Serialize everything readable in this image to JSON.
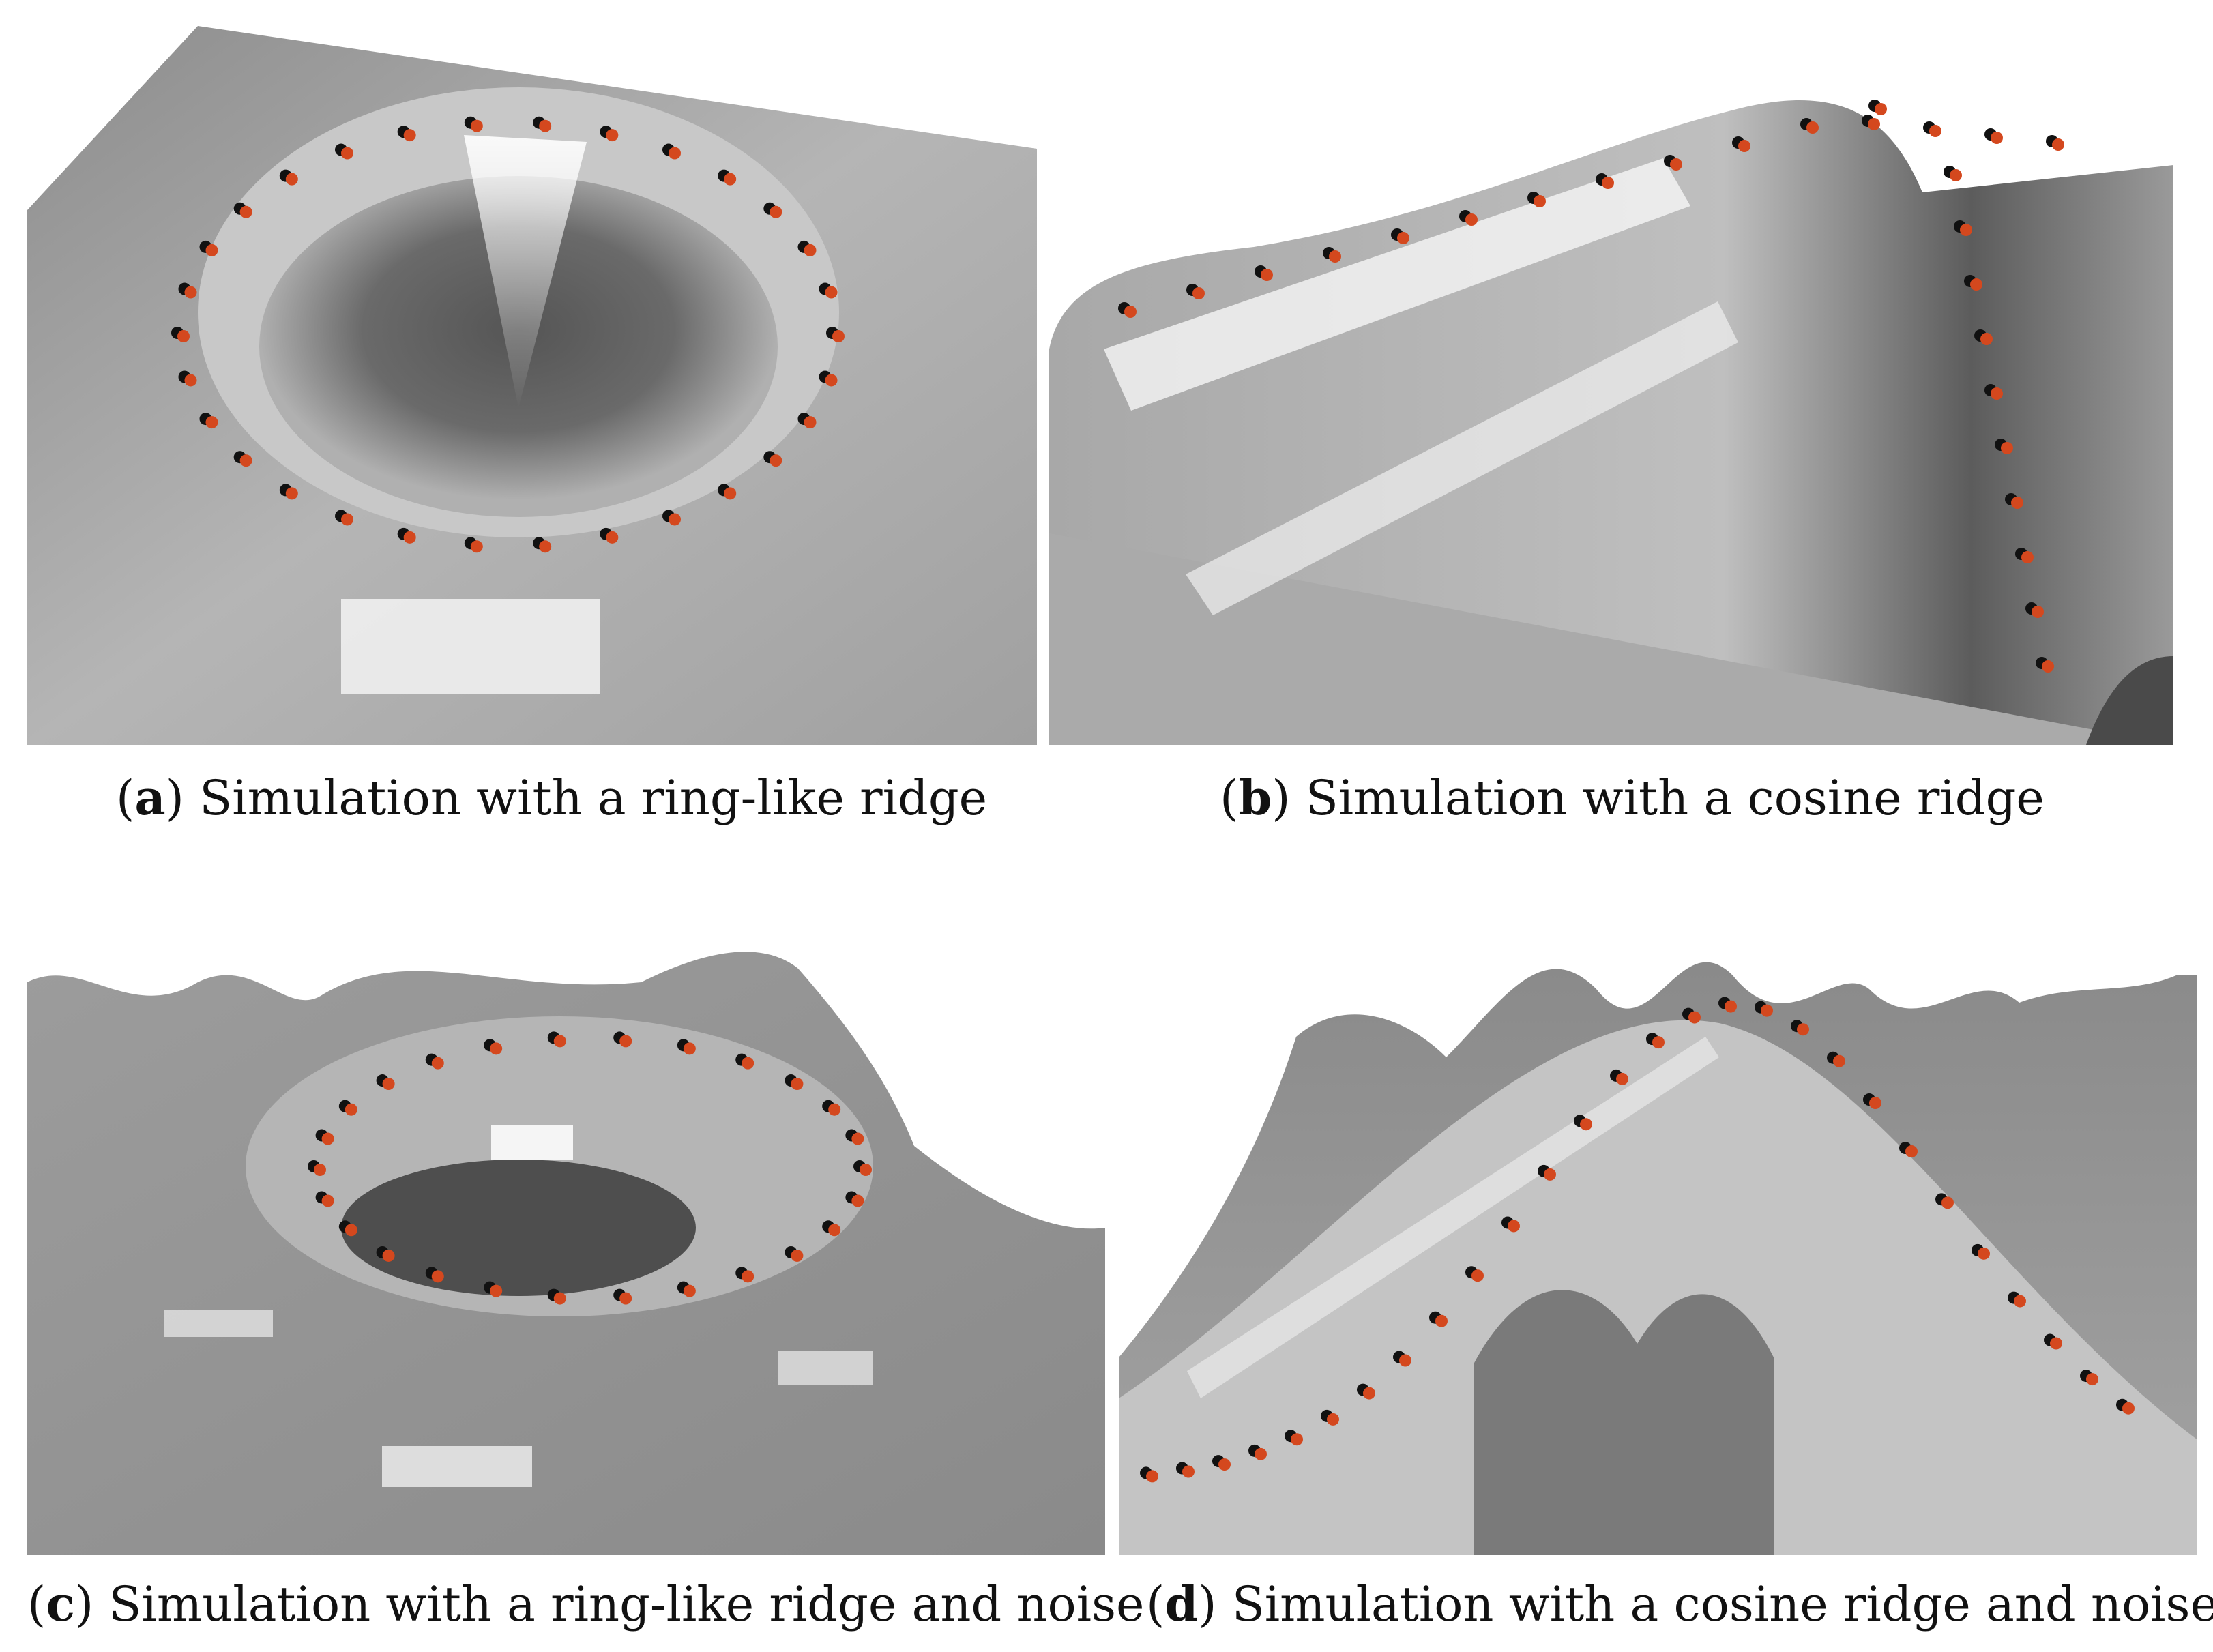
{
  "figure": {
    "panels": [
      {
        "letter": "a",
        "caption": "Simulation with a ring-like ridge",
        "surface": "ring-like ridge",
        "has_noise": false
      },
      {
        "letter": "b",
        "caption": "Simulation with a cosine ridge",
        "surface": "cosine ridge",
        "has_noise": false
      },
      {
        "letter": "c",
        "caption": "Simulation with a ring-like ridge and noise",
        "surface": "ring-like ridge",
        "has_noise": true
      },
      {
        "letter": "d",
        "caption": "Simulation with a cosine ridge and noise",
        "surface": "cosine ridge",
        "has_noise": true
      }
    ],
    "colors": {
      "surface_light": "#f2f2f2",
      "surface_mid": "#9a9a9a",
      "surface_dark": "#3c3c3c",
      "point_black": "#111111",
      "point_orange": "#d4481e"
    }
  }
}
